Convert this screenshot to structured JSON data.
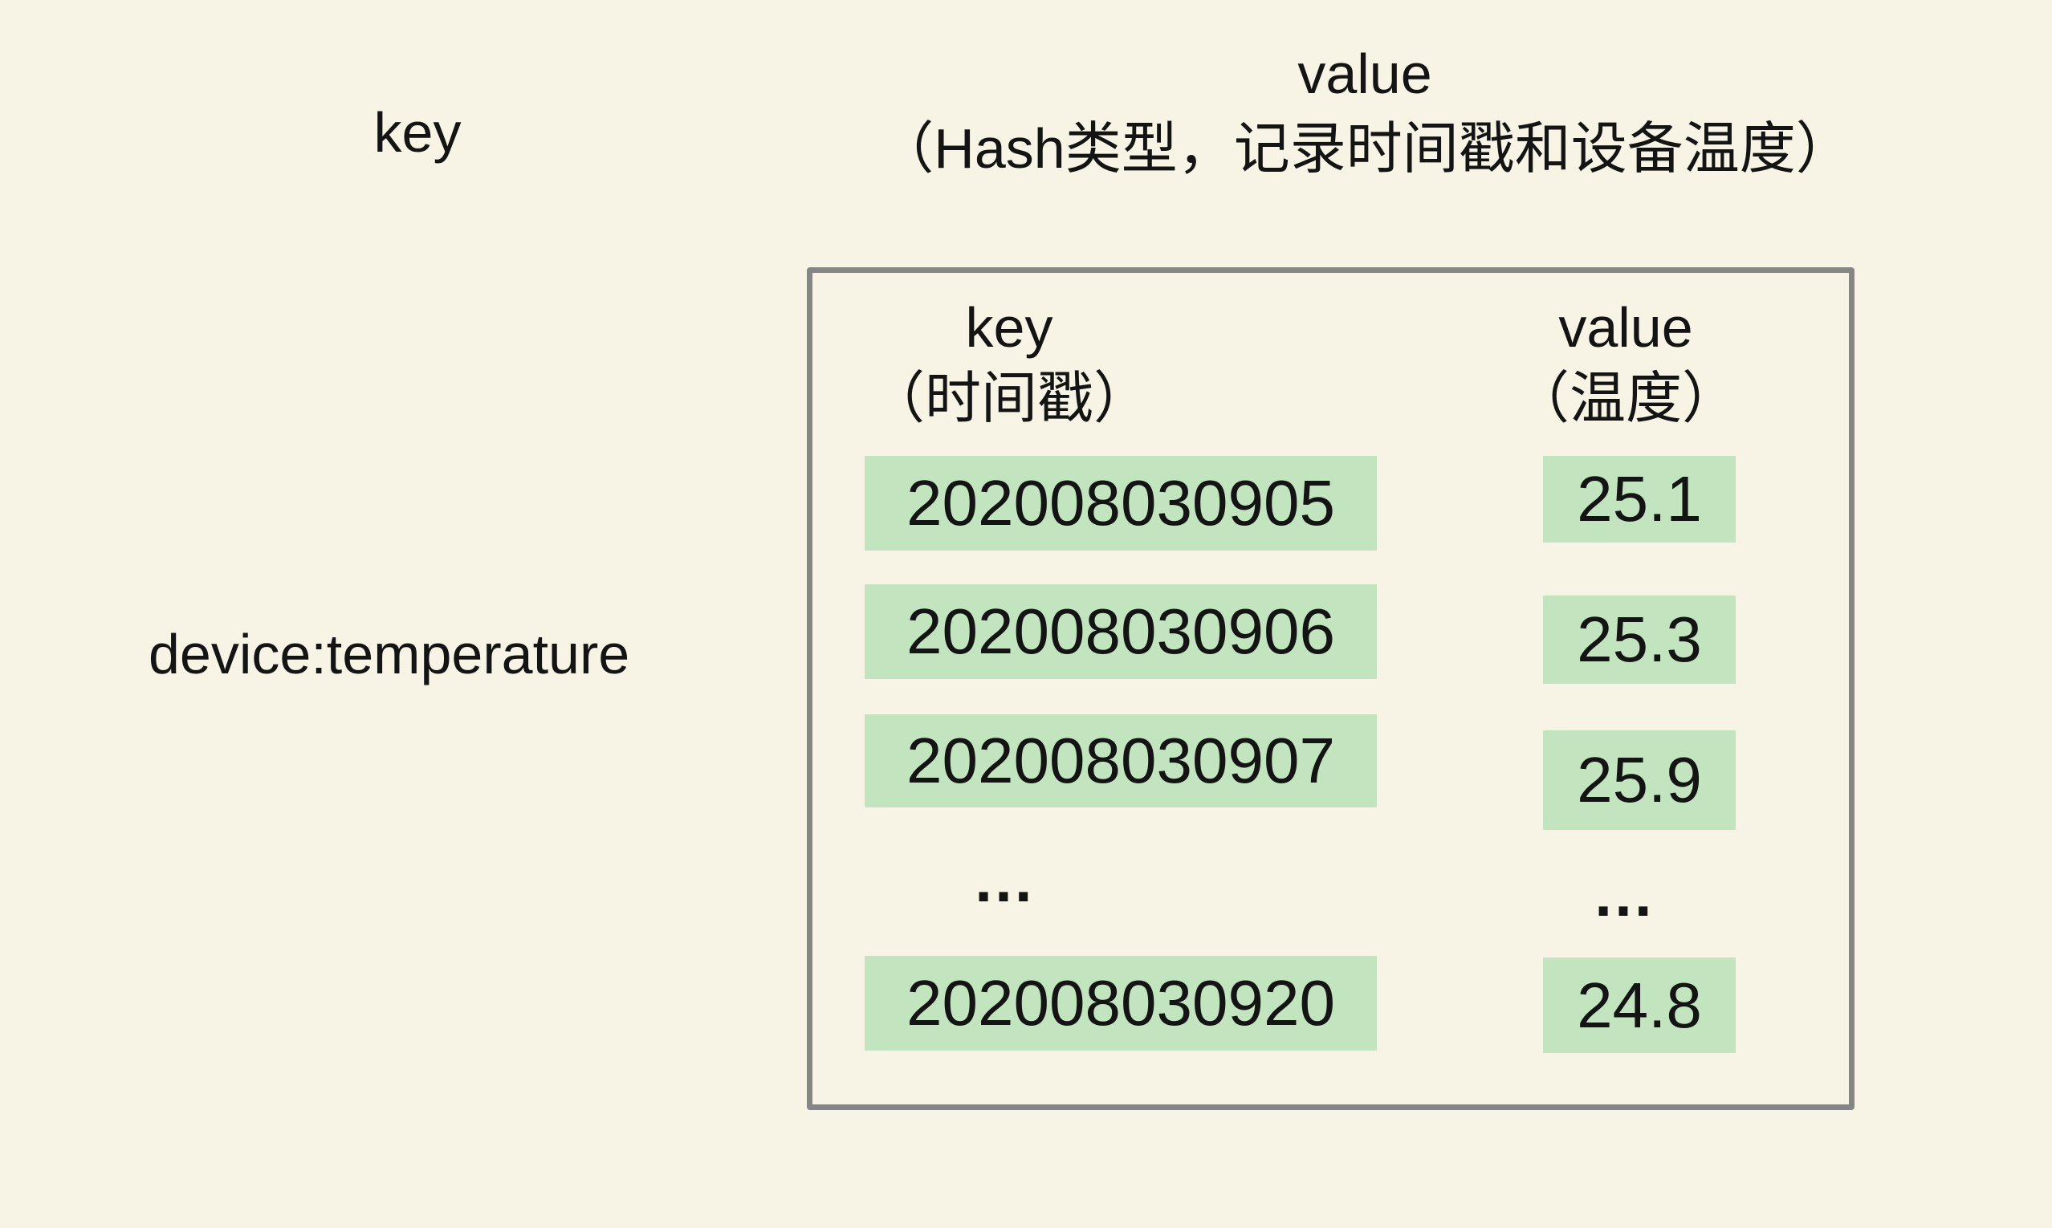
{
  "colors": {
    "background": "#f7f4e5",
    "cell_green": "#c2e5bf",
    "box_border": "#868686",
    "text": "#141414"
  },
  "labels": {
    "key_label": "key",
    "value_label": "value",
    "value_sublabel": "（Hash类型，记录时间戳和设备温度）",
    "redis_key": "device:temperature"
  },
  "hash_box": {
    "columns": [
      {
        "title": "key",
        "subtitle": "（时间戳）"
      },
      {
        "title": "value",
        "subtitle": "（温度）"
      }
    ],
    "rows": [
      {
        "field": "202008030905",
        "value": "25.1"
      },
      {
        "field": "202008030906",
        "value": "25.3"
      },
      {
        "field": "202008030907",
        "value": "25.9"
      },
      {
        "field": "202008030920",
        "value": "24.8"
      }
    ],
    "ellipsis": "…"
  }
}
